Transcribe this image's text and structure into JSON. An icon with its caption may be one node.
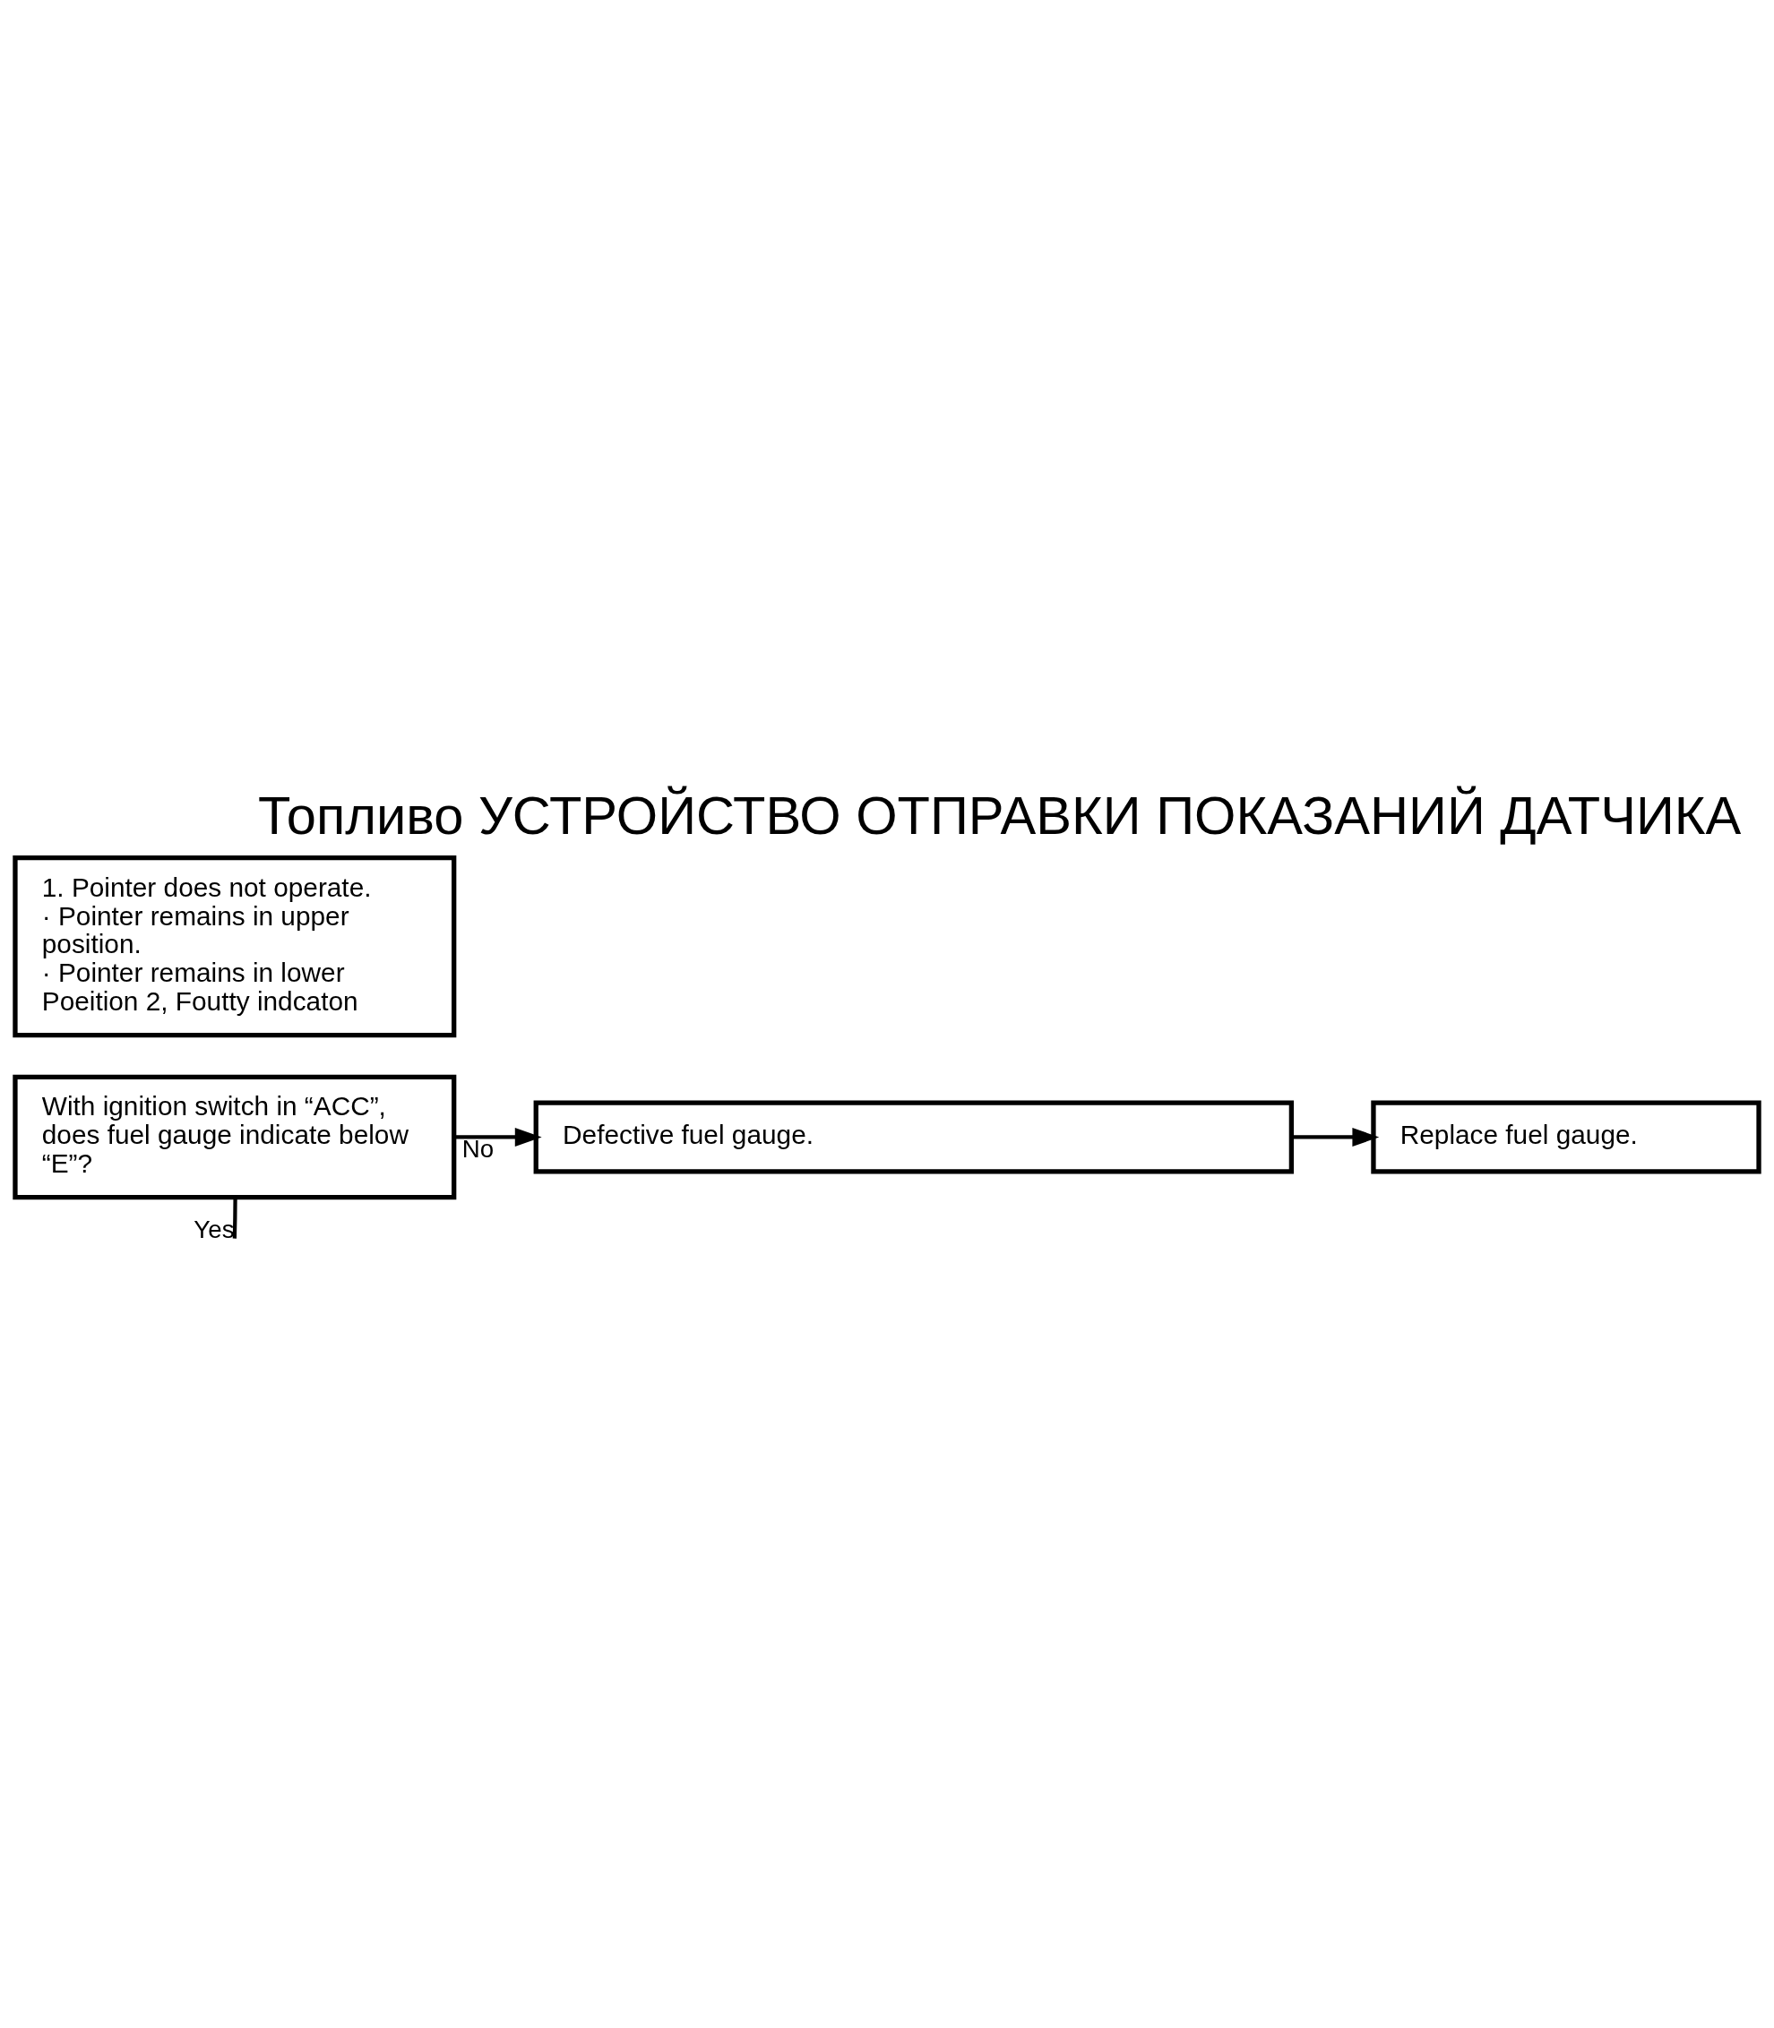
{
  "diagram": {
    "title": "Топливо УСТРОЙСТВО ОТПРАВКИ ПОКАЗАНИЙ ДАТЧИКА",
    "nodes": [
      {
        "text": [
          "1. Pointer does not operate.",
          "· Pointer remains in upper position.",
          "· Pointer remains in lower",
          "Poeition 2, Foutty indcaton"
        ]
      },
      {
        "text": [
          "With ignition switch in “ACC”, does fuel gauge indicate below “E”?"
        ]
      },
      {
        "text": [
          "Defective fuel gauge."
        ]
      },
      {
        "text": [
          "Replace fuel gauge."
        ]
      }
    ],
    "edges": [
      {
        "from": 1,
        "to": 2,
        "arrow": "to",
        "label": "No"
      },
      {
        "from": 2,
        "to": 3,
        "arrow": "to"
      },
      {
        "from": 1,
        "to": null,
        "arrow": "none",
        "label": "Yes"
      }
    ]
  }
}
